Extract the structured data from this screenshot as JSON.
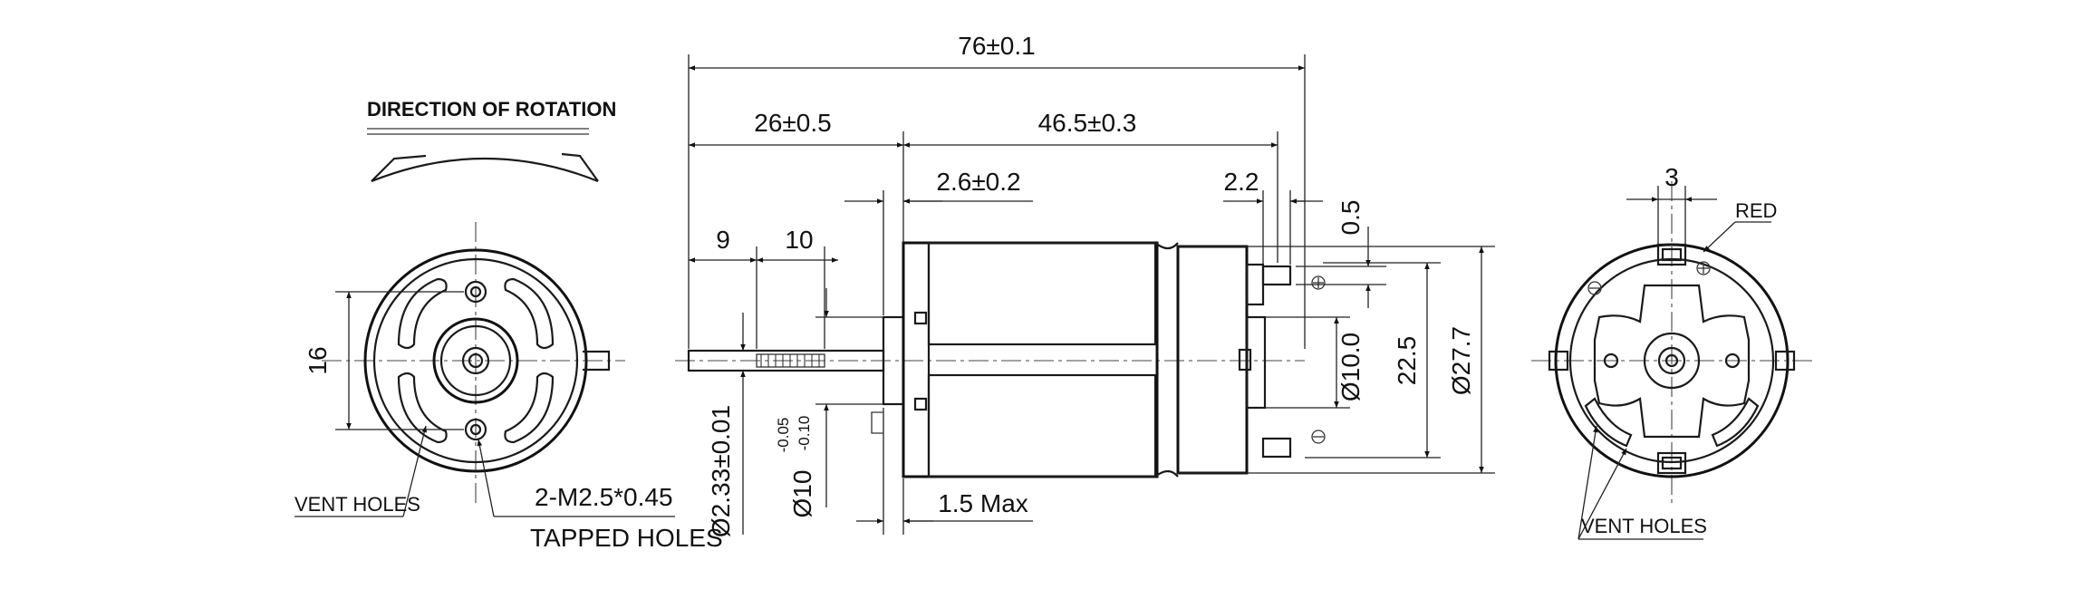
{
  "left_view": {
    "rotation_title": "DIRECTION OF ROTATION",
    "dim_16": "16",
    "vent_label": "VENT HOLES",
    "tapped_label_1": "2-M2.5*0.45",
    "tapped_label_2": "TAPPED HOLES"
  },
  "side_view": {
    "dim_total": "76±0.1",
    "dim_shaft": "26±0.5",
    "dim_body": "46.5±0.3",
    "dim_boss": "2.6±0.2",
    "dim_2_2": "2.2",
    "dim_0_5": "0.5",
    "dim_9": "9",
    "dim_10": "10",
    "dim_term": "Ø10.0",
    "dim_22_5": "22.5",
    "dim_27_7": "Ø27.7",
    "dim_shaft_dia": "Ø2.33±0.01",
    "dim_boss_dia": "Ø10",
    "dim_boss_tol_upper": "-0.05",
    "dim_boss_tol_lower": "-0.10",
    "dim_max": "1.5 Max"
  },
  "right_view": {
    "dim_3": "3",
    "red_label": "RED",
    "vent_label": "VENT HOLES"
  }
}
